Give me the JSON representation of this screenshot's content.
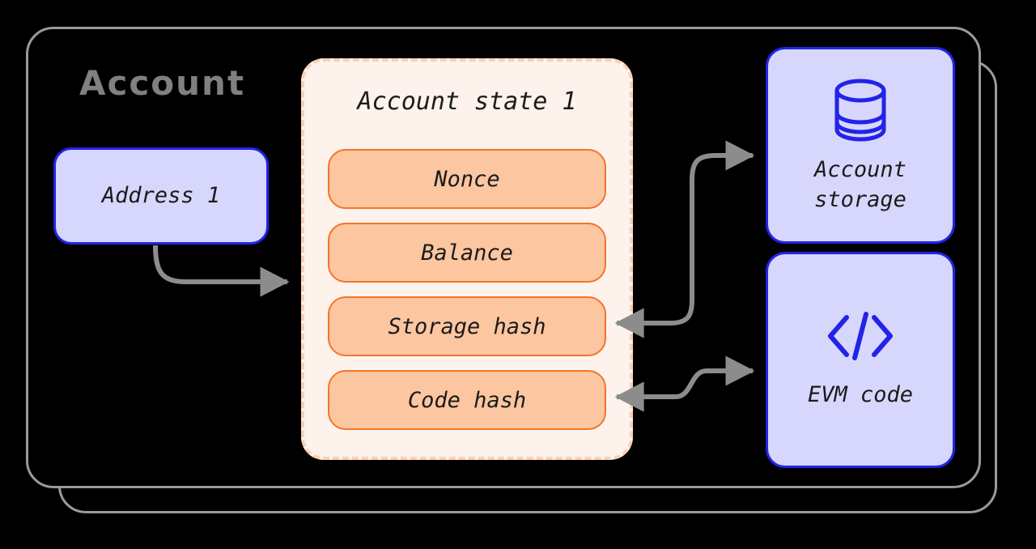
{
  "diagram": {
    "title": "Account",
    "background_color": "#000000",
    "card_border_color": "#9a9a9a",
    "accent_blue": "#2323e8",
    "accent_blue_fill": "#d7d7fd",
    "accent_orange": "#f2762a",
    "accent_orange_fill": "#fbc6a0",
    "panel_fill": "#fdf2ec",
    "panel_border": "#fbd0b4",
    "connector_color": "#8c8c8c",
    "title_color": "#808080",
    "text_color": "#1b1b1b"
  },
  "address": {
    "label": "Address 1"
  },
  "account_state": {
    "title": "Account state 1",
    "fields": [
      {
        "label": "Nonce"
      },
      {
        "label": "Balance"
      },
      {
        "label": "Storage hash"
      },
      {
        "label": "Code hash"
      }
    ]
  },
  "storage_node": {
    "icon": "database-icon",
    "label": "Account\nstorage"
  },
  "evm_node": {
    "icon": "code-icon",
    "label": "EVM code"
  },
  "connectors": [
    {
      "name": "address-to-account-state",
      "from": "Address 1",
      "to": "Account state 1",
      "direction": "one-way"
    },
    {
      "name": "storage-hash-to-account-storage",
      "from": "Storage hash",
      "to": "Account storage",
      "direction": "two-way"
    },
    {
      "name": "code-hash-to-evm-code",
      "from": "Code hash",
      "to": "EVM code",
      "direction": "two-way"
    }
  ]
}
